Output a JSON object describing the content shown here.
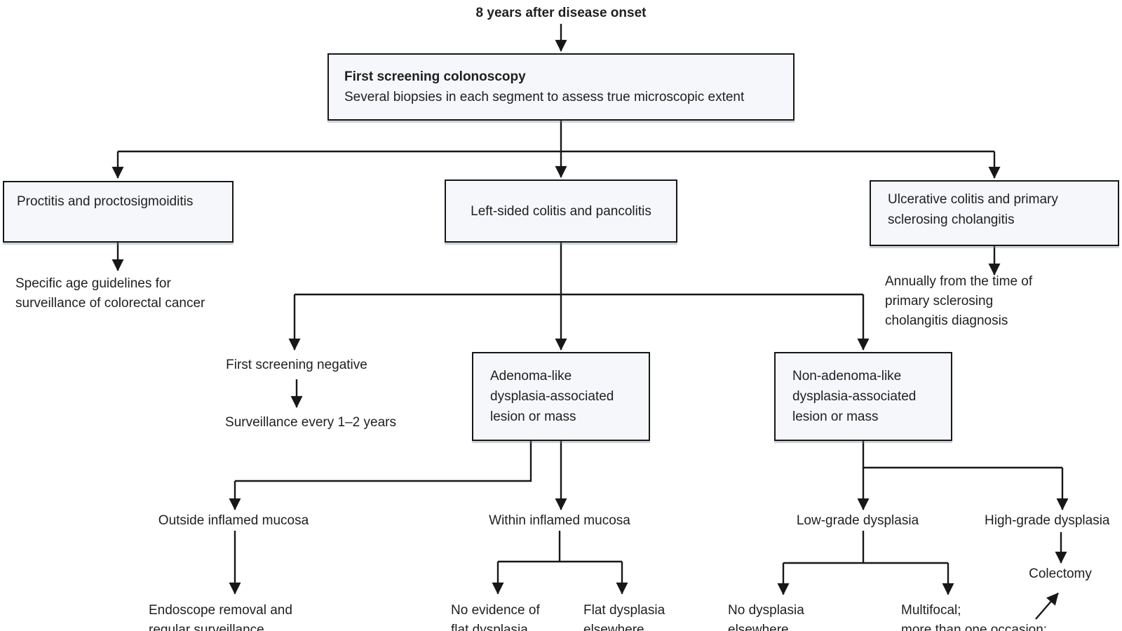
{
  "palette": {
    "ink": "#17171a",
    "box_fill": "#f5f7fa",
    "background": "#ffffff"
  },
  "flowchart": {
    "start": "8 years after disease onset",
    "screening": {
      "title": "First screening colonoscopy",
      "subtitle": "Several biopsies in each segment to assess true microscopic extent"
    },
    "proctitis": {
      "label": "Proctitis and proctosigmoiditis",
      "outcome": "Specific age guidelines for\nsurveillance of colorectal cancer"
    },
    "left_sided": {
      "label": "Left-sided colitis and pancolitis"
    },
    "psc": {
      "label": "Ulcerative colitis and primary\nsclerosing cholangitis",
      "outcome": "Annually from the time of\nprimary sclerosing\ncholangitis diagnosis"
    },
    "screening_negative": {
      "label": "First screening negative",
      "outcome": "Surveillance every 1–2 years"
    },
    "adenoma": {
      "label": "Adenoma-like\ndysplasia-associated\nlesion or mass"
    },
    "non_adenoma": {
      "label": "Non-adenoma-like\ndysplasia-associated\nlesion or mass"
    },
    "outside_mucosa": {
      "label": "Outside inflamed mucosa",
      "outcome": "Endoscope removal and\nregular surveillance"
    },
    "within_mucosa": {
      "label": "Within inflamed mucosa",
      "no_flat_dysplasia": "No evidence of\nflat dysplasia",
      "flat_dysplasia_elsewhere": "Flat dysplasia\nelsewhere"
    },
    "low_grade": {
      "label": "Low-grade dysplasia",
      "no_dysplasia_elsewhere": "No dysplasia\nelsewhere",
      "multifocal": "Multifocal;\nmore than one occasion:"
    },
    "high_grade": {
      "label": "High-grade dysplasia",
      "outcome": "Colectomy"
    }
  }
}
